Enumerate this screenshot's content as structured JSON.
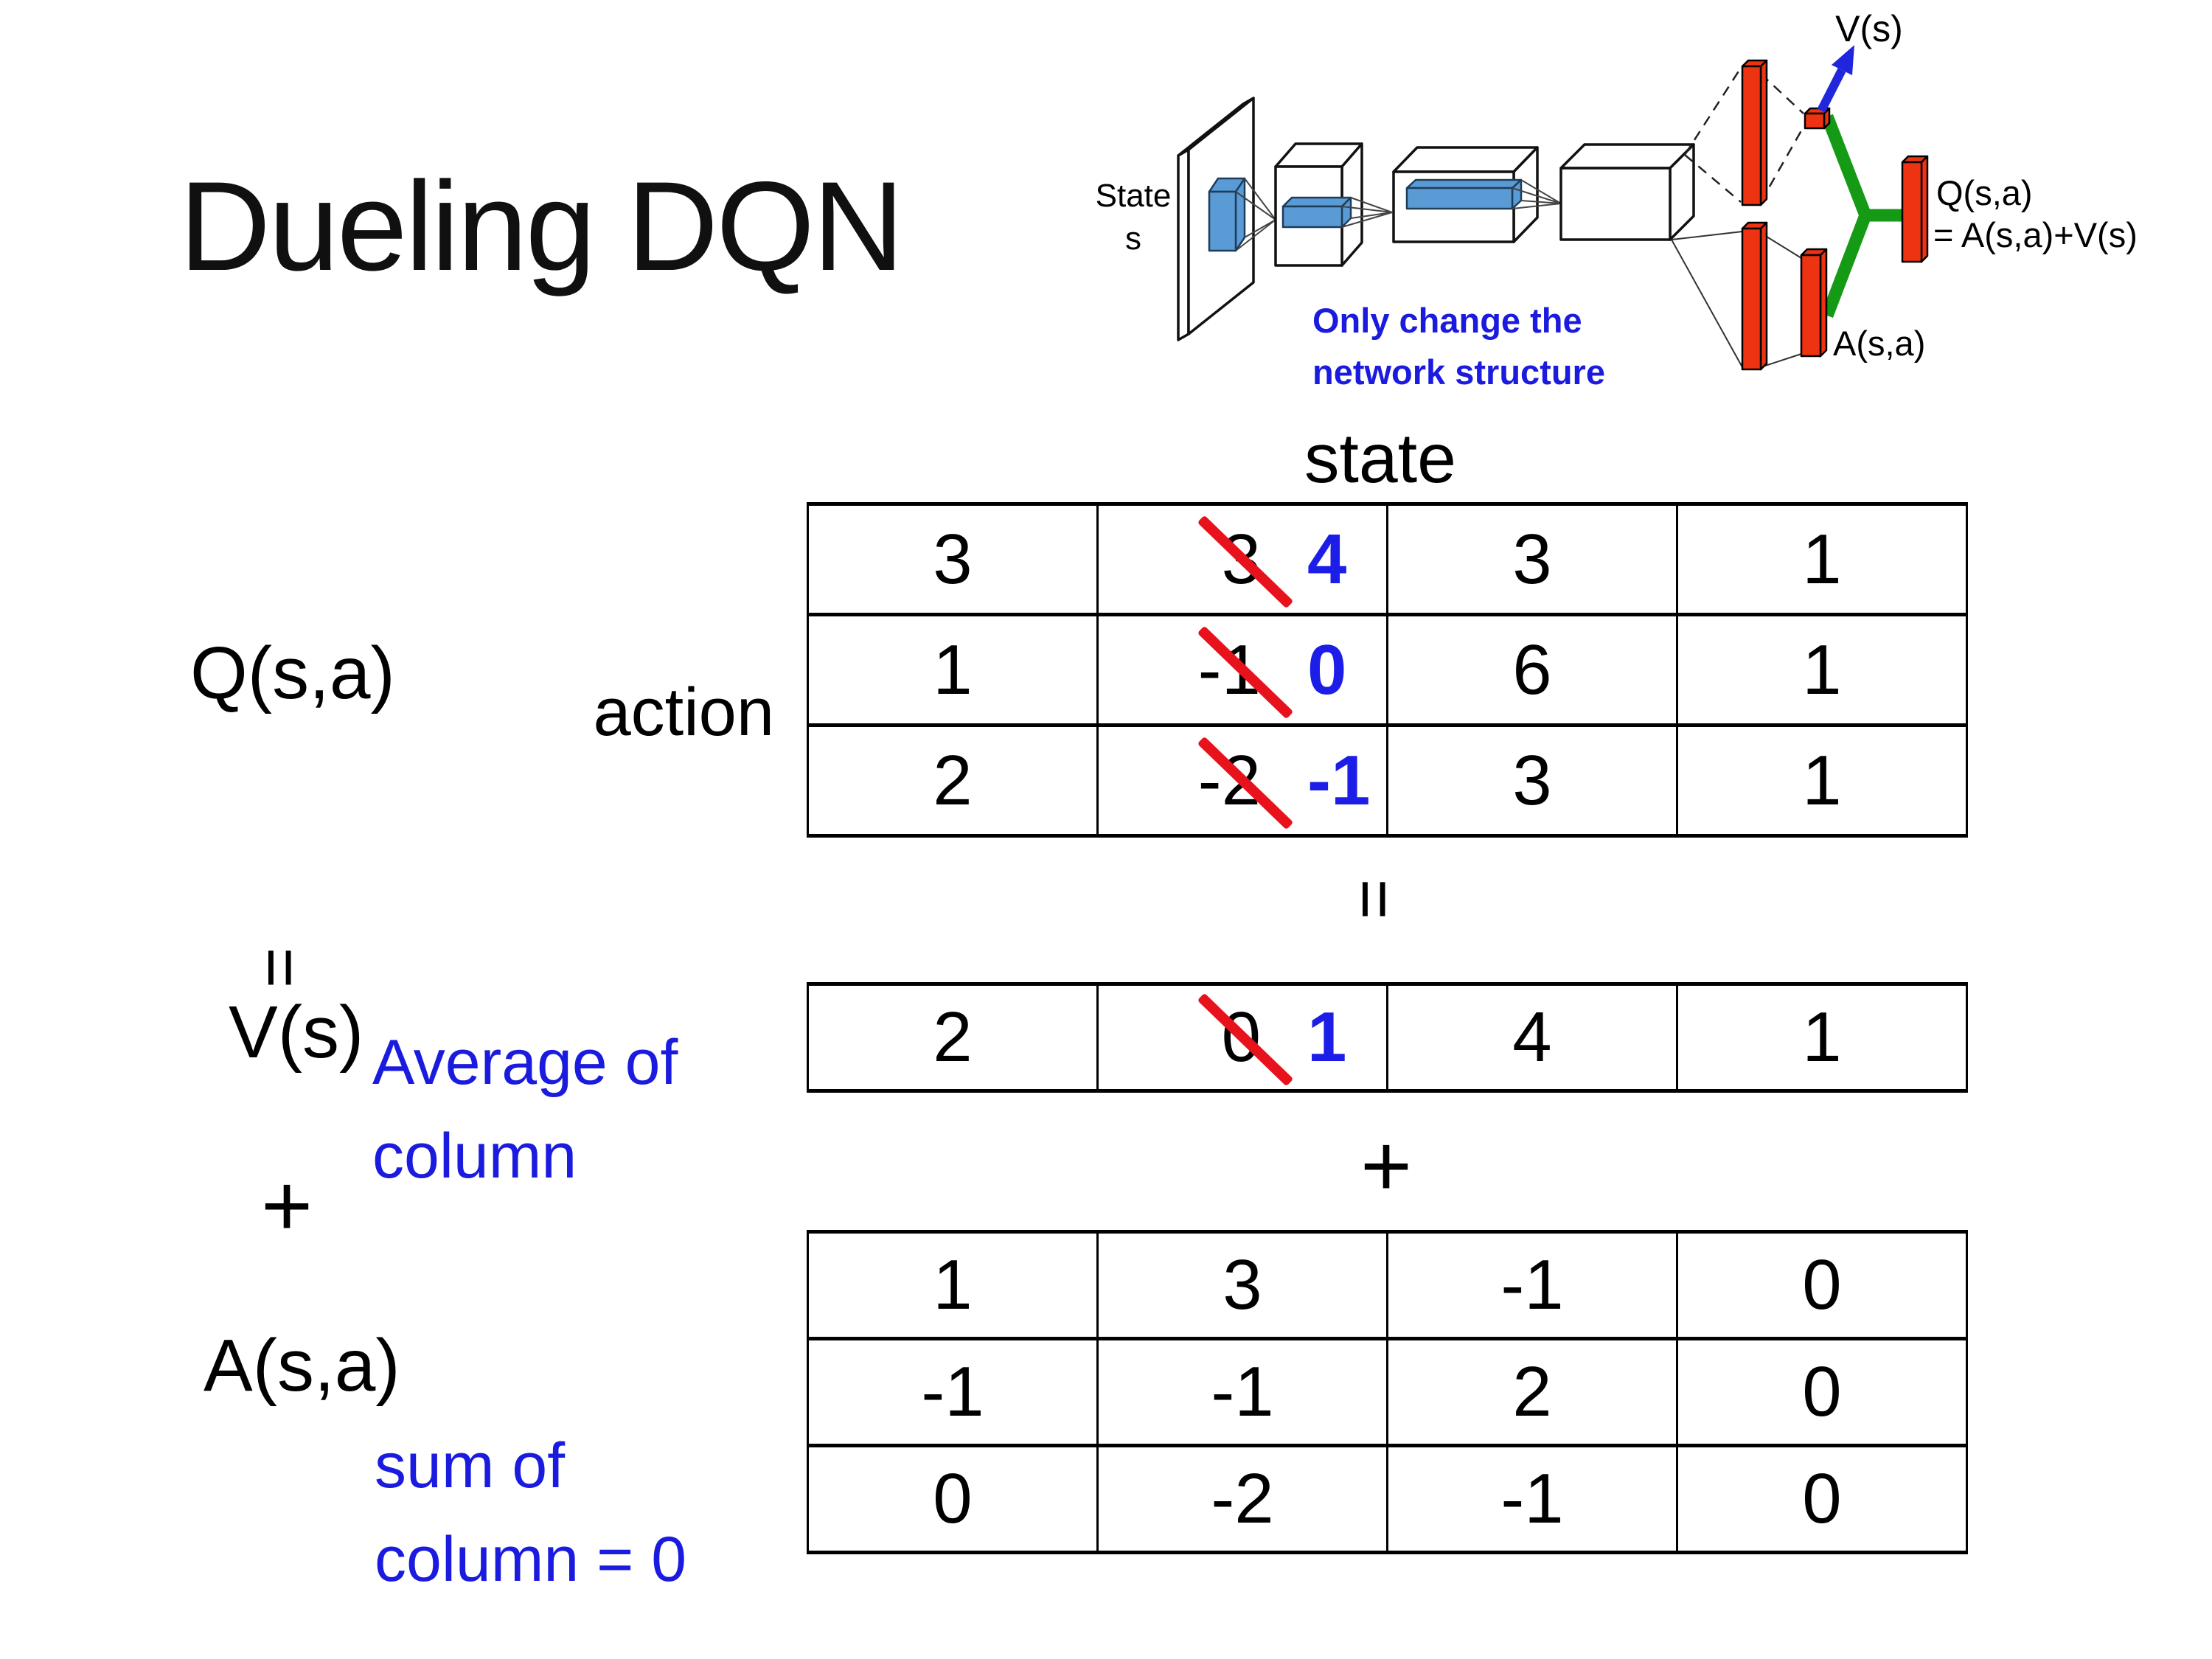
{
  "slide": {
    "title": "Dueling DQN"
  },
  "diagram": {
    "state_line1": "State",
    "state_line2": "s",
    "v_out": "V(s)",
    "q_out": "Q(s,a)",
    "q_formula": "= A(s,a)+V(s)",
    "a_out": "A(s,a)",
    "caption_line1": "Only change the",
    "caption_line2": "network structure"
  },
  "labels": {
    "q": "Q(s,a)",
    "equals": "=",
    "v": "V(s)",
    "plus": "+",
    "a": "A(s,a)",
    "action": "action",
    "state": "state",
    "avg_line1": "Average of",
    "avg_line2": "column",
    "sum_line1": "sum of",
    "sum_line2": "column = 0",
    "mid_equals": "=",
    "mid_plus": "+"
  },
  "q_table": {
    "rows": [
      {
        "c0": "3",
        "old": "3",
        "new": "4",
        "c2": "3",
        "c3": "1"
      },
      {
        "c0": "1",
        "old": "-1",
        "new": "0",
        "c2": "6",
        "c3": "1"
      },
      {
        "c0": "2",
        "old": "-2",
        "new": "-1",
        "c2": "3",
        "c3": "1"
      }
    ]
  },
  "v_table": {
    "row": {
      "c0": "2",
      "old": "0",
      "new": "1",
      "c2": "4",
      "c3": "1"
    }
  },
  "a_table": {
    "rows": [
      {
        "c0": "1",
        "c1": "3",
        "c2": "-1",
        "c3": "0"
      },
      {
        "c0": "-1",
        "c1": "-1",
        "c2": "2",
        "c3": "0"
      },
      {
        "c0": "0",
        "c1": "-2",
        "c2": "-1",
        "c3": "0"
      }
    ]
  },
  "colors": {
    "accent_blue": "#1b1bdf",
    "number_blue": "#1d1de8",
    "strike_red": "#e8121c",
    "bar_red": "#ee3312",
    "link_green": "#149a14",
    "conv_blue": "#5b9bd5"
  }
}
